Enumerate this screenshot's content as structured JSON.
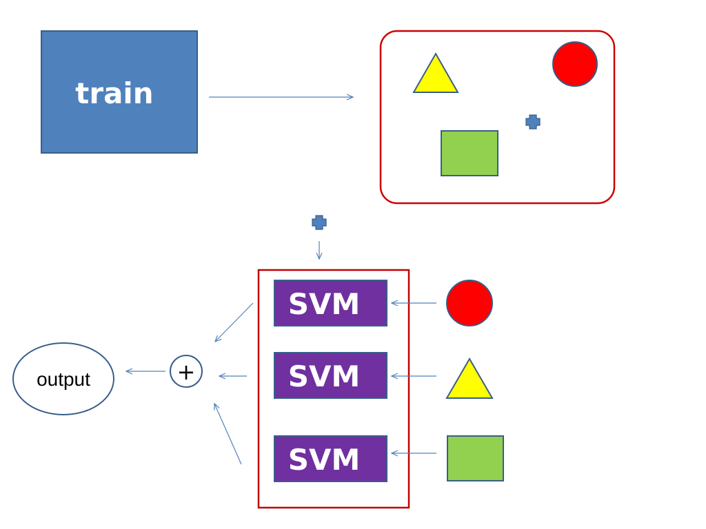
{
  "nodes": {
    "train": {
      "label": "train"
    },
    "svm_top": {
      "label": "SVM"
    },
    "svm_middle": {
      "label": "SVM"
    },
    "svm_bottom": {
      "label": "SVM"
    },
    "combiner": {
      "label": "+"
    },
    "output": {
      "label": "output"
    }
  },
  "colors": {
    "train_fill": "#4f81bd",
    "train_stroke": "#385d8a",
    "svm_fill": "#7030a0",
    "svm_stroke": "#385d8a",
    "arrow": "#4f81bd",
    "box_red": "#cc0000",
    "circle_red": "#ff0000",
    "triangle_yellow": "#ffff00",
    "square_green": "#92d050",
    "shape_stroke": "#385d8a",
    "cross_blue": "#4f81bd"
  },
  "shapes": {
    "cluster": [
      "triangle",
      "circle",
      "cross",
      "square"
    ],
    "svm_inputs": [
      "circle",
      "triangle",
      "square"
    ],
    "query": "cross"
  }
}
